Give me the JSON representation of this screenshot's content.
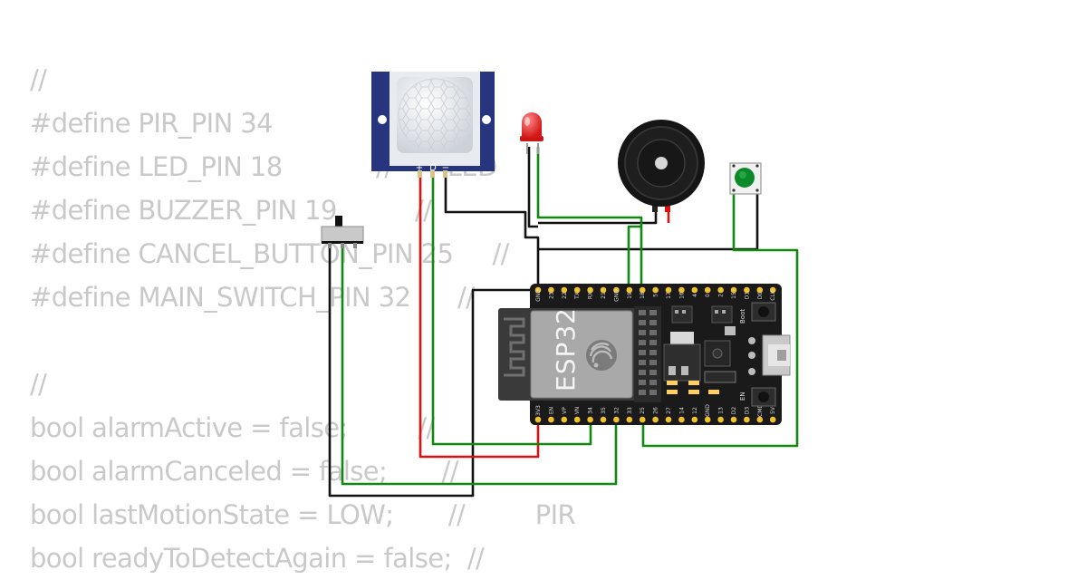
{
  "code_lines": [
    "//",
    "#define PIR_PIN 34",
    "#define LED_PIN 18            //       LED",
    "#define BUZZER_PIN 19          //",
    "#define CANCEL_BUTTON_PIN 25     //",
    "#define MAIN_SWITCH_PIN 32      //",
    "",
    "//",
    "bool alarmActive = false;         //",
    "bool alarmCanceled = false;       //",
    "bool lastMotionState = LOW;       //         PIR",
    "bool readyToDetectAgain = false;  //"
  ],
  "pir_sensor": {
    "pin_labels": [
      "+",
      "D",
      "−"
    ]
  },
  "esp32": {
    "module_label": "ESP32",
    "top_pins": [
      "GND",
      "23",
      "22",
      "TX",
      "RX",
      "21",
      "GND",
      "19",
      "18",
      "5",
      "17",
      "16",
      "4",
      "0",
      "2",
      "15",
      "D1",
      "D0",
      "CLK"
    ],
    "bottom_pins": [
      "3V3",
      "EN",
      "VP",
      "VN",
      "34",
      "35",
      "32",
      "33",
      "25",
      "26",
      "27",
      "14",
      "12",
      "GND",
      "13",
      "D2",
      "D3",
      "CMD",
      "5V"
    ],
    "boot_label": "Boot",
    "en_label": "EN"
  },
  "colors": {
    "wire_black": "#111111",
    "wire_red": "#dd1111",
    "wire_green": "#118811",
    "board": "#1a1a1a",
    "pin_gold": "#f2c12e",
    "pir_blue": "#27357e",
    "led_red": "#e32020",
    "button_green": "#0b8a2a",
    "code_text": "#c9c9c9"
  },
  "icons": [
    "espressif-logo-icon",
    "usb-port-icon"
  ]
}
